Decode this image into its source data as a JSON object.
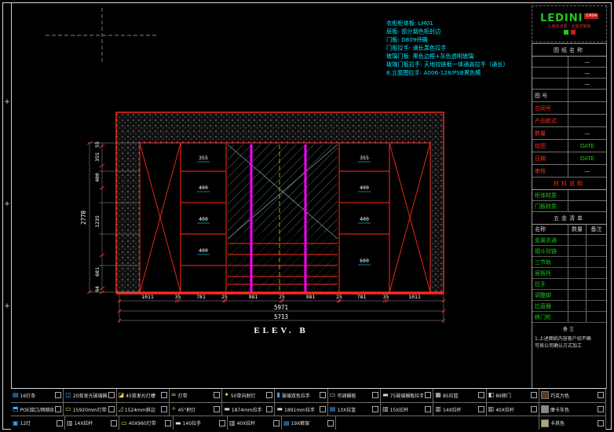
{
  "palette": {
    "red": "#ff2a1a",
    "cyan": "#00e5ff",
    "magenta": "#ff00ff",
    "green": "#18c818",
    "yellow": "#e8e800",
    "chocolate": "#5a3a22",
    "mocha": "#8a8a7a",
    "khaki": "#b0a37a"
  },
  "logo": {
    "name": "LEDINI",
    "badge": "CASA",
    "tagline": "让亲友点赞 · 全屋定制家"
  },
  "drawing": {
    "title": "ELEV.  B",
    "notes": [
      "衣柜柜体板: LM01",
      "层板: 部分烟色柜封边",
      "门板: D809待确",
      "门板拉手: 通长黑色拉手",
      "玻璃门板: 黑色边框+灰色透明玻璃",
      "玻璃门板拉手: 天地铰链框一体通高拉手（通长）",
      "8.立面图拉手: A006-128/PSB黑色模"
    ],
    "dim_total_v": "2770",
    "dims_left": [
      "55",
      "355",
      "400",
      "1235",
      "601",
      "94"
    ],
    "shelf_dims_left": [
      "355",
      "400",
      "400",
      "400"
    ],
    "shelf_dims_right": [
      "355",
      "400",
      "400",
      "600"
    ],
    "dims_bottom": [
      "1011",
      "35",
      "781",
      "25",
      "981",
      "25",
      "981",
      "25",
      "781",
      "35",
      "1011"
    ],
    "dim_total_b1": "5971",
    "dim_total_b2": "5713"
  },
  "titleblock": {
    "header": "图纸名称",
    "dash_rows": [
      "—",
      "—",
      "—"
    ],
    "fields": [
      {
        "label": "图  号",
        "value": ""
      },
      {
        "label": "合同号",
        "value": ""
      },
      {
        "label": "产品款式",
        "value": ""
      },
      {
        "label": "数量",
        "value": "—"
      },
      {
        "label": "绘图",
        "value": "DATE"
      },
      {
        "label": "日期",
        "value": "DATE"
      },
      {
        "label": "审核",
        "value": "—"
      }
    ],
    "material_header": "材料说明",
    "material_rows": [
      {
        "label": "柜体材质",
        "value": ""
      },
      {
        "label": "门板材质",
        "value": ""
      }
    ],
    "hardware_header": "五金清单",
    "hardware_cols": [
      "名称",
      "数量",
      "备注"
    ],
    "hardware_items": [
      "金属衣通",
      "烟斗铰链",
      "三节轨",
      "层板托",
      "拉手",
      "调整脚",
      "拉直器",
      "移门轮"
    ],
    "note_title": "备注",
    "note_lines": [
      "1.上述图纸内容客户如不确",
      "可按公司确认方式加工"
    ]
  },
  "legend": {
    "rows": [
      {
        "cells": [
          {
            "icon": "▤",
            "label": "16灯条"
          },
          {
            "icon": "◫",
            "label": "20背发光玻璃搁板"
          },
          {
            "icon": "◪",
            "label": "45背发光灯槽"
          },
          {
            "icon": "≈",
            "label": "灯带"
          },
          {
            "icon": "✦",
            "label": "50单向射灯"
          },
          {
            "icon": "▮",
            "label": "玻璃双色拉手"
          },
          {
            "icon": "▭",
            "label": "可调搁板"
          },
          {
            "icon": "▬",
            "label": "75玻璃搁板拉手"
          },
          {
            "icon": "▦",
            "label": "85拉篮"
          },
          {
            "icon": "◧",
            "label": "89移门"
          }
        ]
      },
      {
        "cells": [
          {
            "icon": "⬒",
            "label": "POE接口/网络接口"
          },
          {
            "icon": "▭",
            "label": "15920mm灯带"
          },
          {
            "icon": "◿",
            "label": "1524mm斜边"
          },
          {
            "icon": "✧",
            "label": "45°射灯"
          },
          {
            "icon": "▬",
            "label": "1874mm拉手"
          },
          {
            "icon": "▬",
            "label": "1891mm拉手"
          },
          {
            "icon": "▤",
            "label": "13X拉篮"
          },
          {
            "icon": "▥",
            "label": "15X拉杆"
          },
          {
            "icon": "▥",
            "label": "14X拉杆"
          },
          {
            "icon": "▥",
            "label": "40X拉杆"
          }
        ]
      },
      {
        "cells": [
          {
            "icon": "▣",
            "label": "12灯"
          },
          {
            "icon": "▥",
            "label": "14X拉杆"
          },
          {
            "icon": "▭",
            "label": "40X960灯带"
          },
          {
            "icon": "▬",
            "label": "140拉手"
          },
          {
            "icon": "▥",
            "label": "40X拉杆"
          },
          {
            "icon": "▤",
            "label": "19X裤架"
          }
        ]
      }
    ],
    "colors": [
      {
        "label": "巧克力色"
      },
      {
        "label": "摩卡灰色"
      },
      {
        "label": "卡其色"
      }
    ]
  }
}
